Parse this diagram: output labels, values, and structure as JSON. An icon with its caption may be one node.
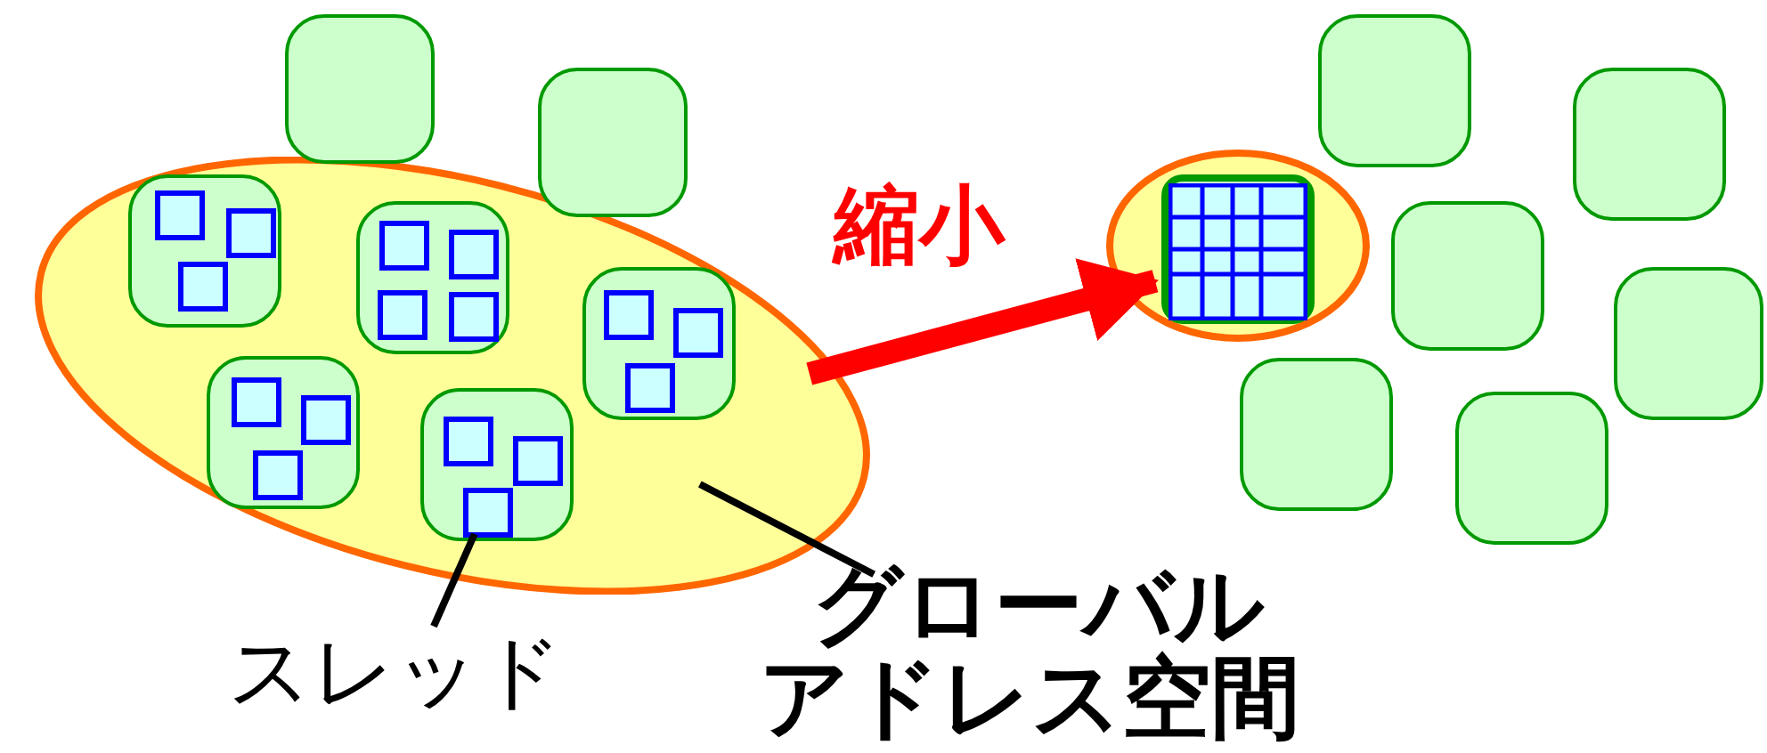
{
  "diagram": {
    "nodes": [
      {
        "text": [],
        "shape": "ellipse"
      },
      {
        "text": [],
        "shape": "box"
      },
      {
        "text": [],
        "shape": "box"
      },
      {
        "text": [],
        "shape": "box",
        "in": 0
      },
      {
        "text": [],
        "shape": "box",
        "in": 3
      },
      {
        "text": [],
        "shape": "box",
        "in": 3
      },
      {
        "text": [],
        "shape": "box",
        "in": 3
      },
      {
        "text": [],
        "shape": "box",
        "in": 0
      },
      {
        "text": [],
        "shape": "box",
        "in": 7
      },
      {
        "text": [],
        "shape": "box",
        "in": 7
      },
      {
        "text": [],
        "shape": "box",
        "in": 7
      },
      {
        "text": [],
        "shape": "box",
        "in": 7
      },
      {
        "text": [],
        "shape": "box",
        "in": 0
      },
      {
        "text": [],
        "shape": "box",
        "in": 12
      },
      {
        "text": [],
        "shape": "box",
        "in": 12
      },
      {
        "text": [],
        "shape": "box",
        "in": 12
      },
      {
        "text": [],
        "shape": "box",
        "in": 0
      },
      {
        "text": [],
        "shape": "box",
        "in": 16
      },
      {
        "text": [],
        "shape": "box",
        "in": 16
      },
      {
        "text": [],
        "shape": "box",
        "in": 16
      },
      {
        "text": [],
        "shape": "box",
        "in": 0
      },
      {
        "text": [],
        "shape": "box",
        "in": 20
      },
      {
        "text": [],
        "shape": "box",
        "in": 20
      },
      {
        "text": [],
        "shape": "box",
        "in": 20
      },
      {
        "text": [],
        "shape": "ellipse"
      },
      {
        "text": [],
        "shape": "box",
        "in": 24
      },
      {
        "text": [],
        "shape": "box"
      },
      {
        "text": [],
        "shape": "box"
      },
      {
        "text": [],
        "shape": "box"
      },
      {
        "text": [],
        "shape": "box"
      },
      {
        "text": [],
        "shape": "box"
      },
      {
        "text": [],
        "shape": "box"
      },
      {
        "text": [
          "スレッド"
        ]
      },
      {
        "text": [
          "グローバルアドレス空間"
        ]
      }
    ],
    "edges": [
      {
        "from": 0,
        "to": 24,
        "arrow": "to",
        "label": "縮小",
        "style": "thick",
        "color": "#ff0000"
      },
      {
        "from": 32,
        "to": 23,
        "arrow": "none"
      },
      {
        "from": 33,
        "to": 0,
        "arrow": "none"
      }
    ]
  }
}
